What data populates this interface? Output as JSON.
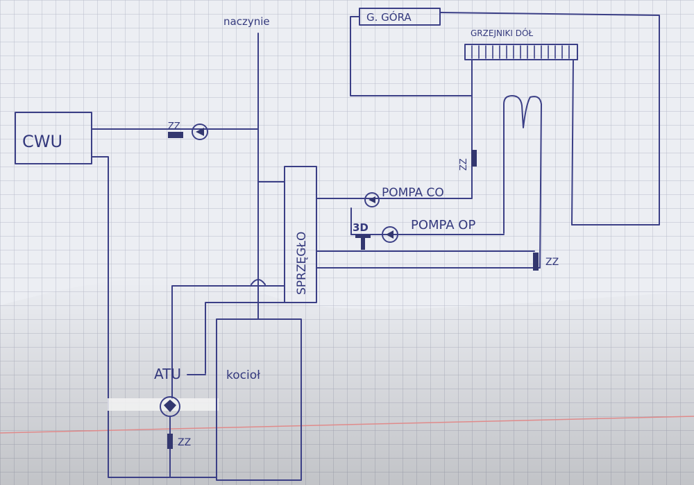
{
  "labels": {
    "cwu": "CWU",
    "naczynie": "naczynie",
    "g_gora": "G. GÓRA",
    "grzejniki_dol": "GRZEJNIKI DÓŁ",
    "sprzeglo": "SPRZĘGŁO",
    "pompa_co": "POMPA CO",
    "pompa_op": "POMPA OP",
    "valve_3d": "3D",
    "zz": "ZZ",
    "atu": "ATU",
    "kociol": "kocioł"
  },
  "colors": {
    "ink": "#3b3f86",
    "paper": "#e9eaf0",
    "grid": "#b9bccb",
    "margin_line": "#e08a8a"
  },
  "icons": {
    "pump": "circle-with-triangle",
    "valve_zz": "filled-rectangle",
    "valve_3d": "t-shape",
    "atu_pump": "diamond-in-circle"
  }
}
